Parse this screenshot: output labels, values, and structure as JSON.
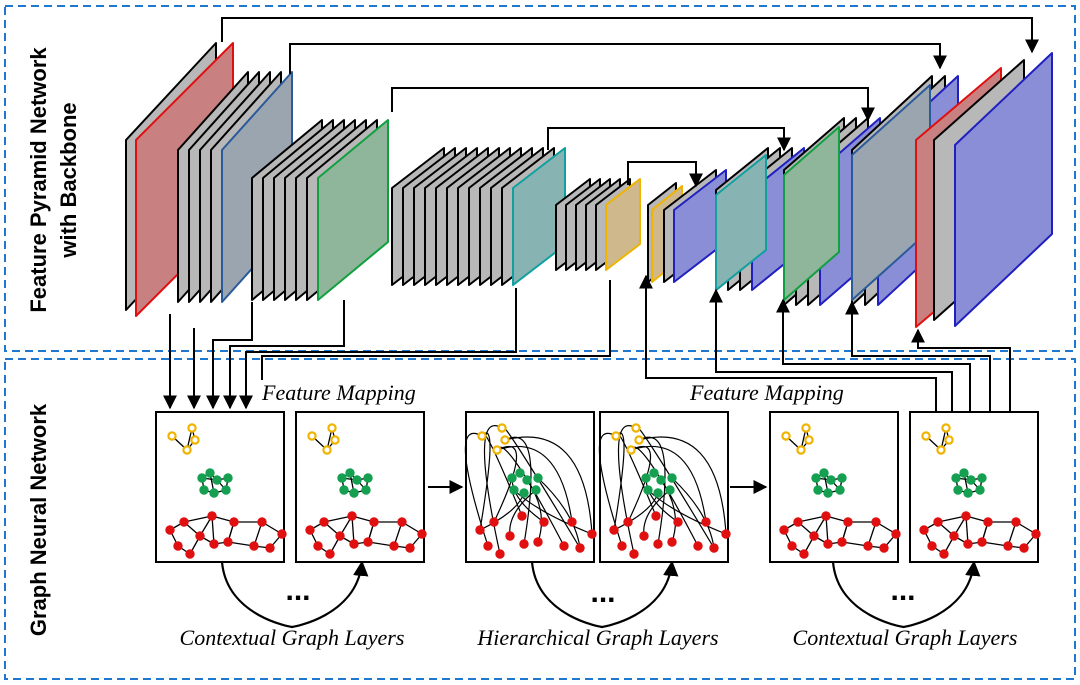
{
  "regions": {
    "top_title_line1": "Feature Pyramid Network",
    "top_title_line2": "with Backbone",
    "bottom_title": "Graph Neural Network"
  },
  "captions": {
    "feature_mapping_left": "Feature Mapping",
    "feature_mapping_right": "Feature Mapping",
    "contextual_left": "Contextual Graph Layers",
    "hierarchical": "Hierarchical Graph Layers",
    "contextual_right": "Contextual Graph Layers",
    "ellipsis": "..."
  },
  "colors": {
    "gray_layer": "#b8b8b8",
    "red_layer": "#c98080",
    "steel_layer": "#9aa5b0",
    "green_layer": "#8fb59a",
    "teal_layer": "#88b3b3",
    "tan_layer": "#cfb98c",
    "blue_layer": "#8a8ed6",
    "region_border": "#1f77d0",
    "node_yellow": "#f0b400",
    "node_green": "#14a050",
    "node_red": "#e01010"
  }
}
